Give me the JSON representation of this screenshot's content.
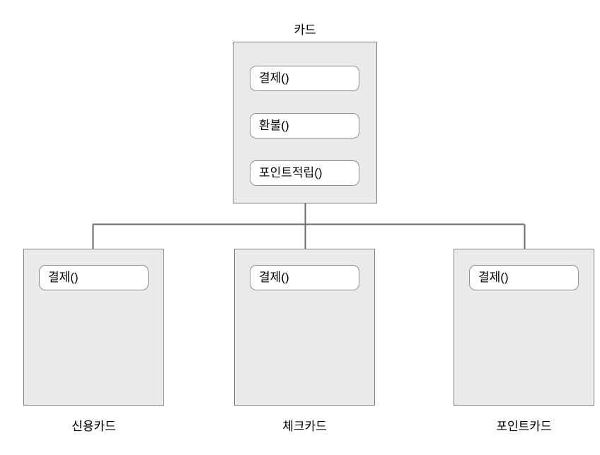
{
  "diagram": {
    "title_text": "카드",
    "root": {
      "name": "카드",
      "caption_position": "above",
      "methods": [
        {
          "label": "결제()"
        },
        {
          "label": "환불()"
        },
        {
          "label": "포인트적립()"
        }
      ]
    },
    "children": [
      {
        "name": "신용카드",
        "caption_position": "below",
        "methods": [
          {
            "label": "결제()"
          }
        ]
      },
      {
        "name": "체크카드",
        "caption_position": "below",
        "methods": [
          {
            "label": "결제()"
          }
        ]
      },
      {
        "name": "포인트카드",
        "caption_position": "below",
        "methods": [
          {
            "label": "결제()"
          }
        ]
      }
    ],
    "colors": {
      "box_fill": "#eaeaea",
      "box_border": "#808080",
      "pill_fill": "#ffffff",
      "pill_border": "#909090",
      "connector": "#6b6b6b",
      "text": "#000000",
      "background": "#ffffff"
    }
  }
}
